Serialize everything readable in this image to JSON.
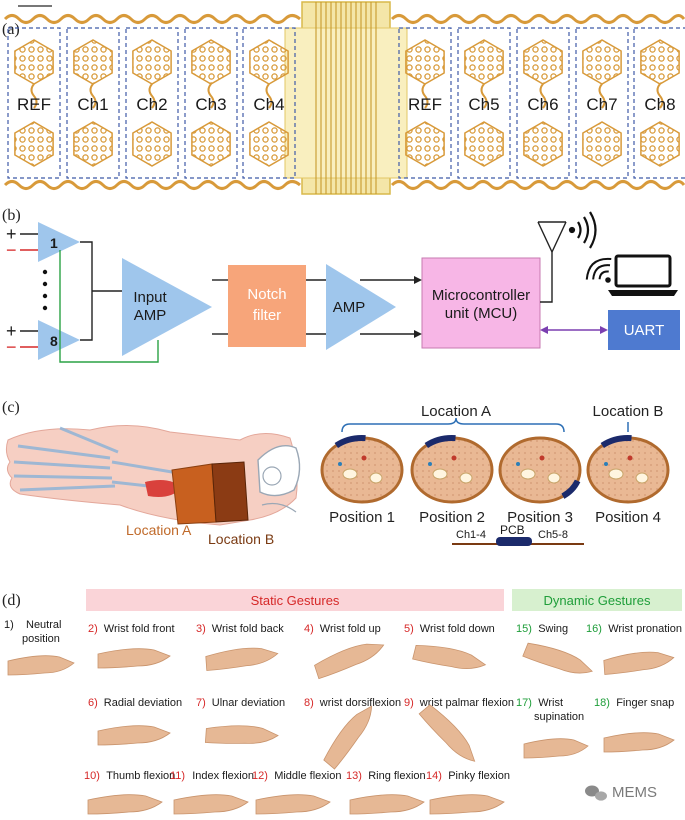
{
  "panel_a": {
    "label": "(a)",
    "left_channels": [
      "REF",
      "Ch1",
      "Ch2",
      "Ch3",
      "Ch4"
    ],
    "right_channels": [
      "REF",
      "Ch5",
      "Ch6",
      "Ch7",
      "Ch8"
    ]
  },
  "panel_b": {
    "label": "(b)",
    "amp_top": "1",
    "amp_bottom": "8",
    "plus": "+",
    "minus": "−",
    "dots": "⋮",
    "input_amp_line1": "Input",
    "input_amp_line2": "AMP",
    "notch_line1": "Notch",
    "notch_line2": "filter",
    "amp": "AMP",
    "mcu_line1": "Microcontroller",
    "mcu_line2": "unit (MCU)",
    "uart": "UART",
    "colors": {
      "notch": "#f7a57a",
      "mcu": "#f7b6e6",
      "uart": "#4e7ad0",
      "amp": "#9fc6ec"
    }
  },
  "panel_c": {
    "label": "(c)",
    "location_a_arm": "Location A",
    "location_b_arm": "Location B",
    "location_a_header": "Location A",
    "location_b_header": "Location B",
    "positions": [
      "Position 1",
      "Position 2",
      "Position 3",
      "Position 4"
    ],
    "pcb_left": "Ch1-4",
    "pcb_mid": "PCB",
    "pcb_right": "Ch5-8"
  },
  "panel_d": {
    "label": "(d)",
    "static_header": "Static Gestures",
    "dynamic_header": "Dynamic Gestures",
    "neutral_num": "1)",
    "neutral_line1": "Neutral",
    "neutral_line2": "position",
    "row1": [
      {
        "num": "2)",
        "label": "Wrist fold front"
      },
      {
        "num": "3)",
        "label": "Wrist fold back"
      },
      {
        "num": "4)",
        "label": "Wrist fold up"
      },
      {
        "num": "5)",
        "label": "Wrist fold down"
      }
    ],
    "row2": [
      {
        "num": "6)",
        "label": "Radial deviation"
      },
      {
        "num": "7)",
        "label": "Ulnar deviation"
      },
      {
        "num": "8)",
        "label": "wrist dorsiflexion"
      },
      {
        "num": "9)",
        "label": "wrist palmar flexion"
      }
    ],
    "row3": [
      {
        "num": "10)",
        "label": "Thumb flexion"
      },
      {
        "num": "11)",
        "label": "Index flexion"
      },
      {
        "num": "12)",
        "label": "Middle flexion"
      },
      {
        "num": "13)",
        "label": "Ring flexion"
      },
      {
        "num": "14)",
        "label": "Pinky flexion"
      }
    ],
    "dynamic": [
      {
        "num": "15)",
        "label": "Swing"
      },
      {
        "num": "16)",
        "label": "Wrist pronation"
      },
      {
        "num": "17)",
        "label": "Wrist"
      },
      {
        "num": "18)",
        "label": "Finger snap"
      }
    ],
    "supination": "supination"
  },
  "watermark": "MEMS"
}
